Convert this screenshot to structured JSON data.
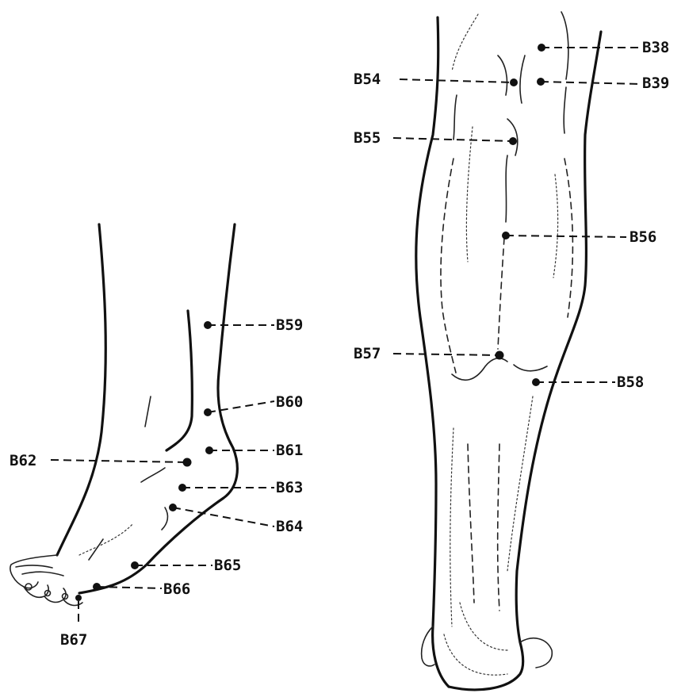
{
  "points": {
    "B38": "B38",
    "B39": "B39",
    "B54": "B54",
    "B55": "B55",
    "B56": "B56",
    "B57": "B57",
    "B58": "B58",
    "B59": "B59",
    "B60": "B60",
    "B61": "B61",
    "B62": "B62",
    "B63": "B63",
    "B64": "B64",
    "B65": "B65",
    "B66": "B66",
    "B67": "B67"
  }
}
